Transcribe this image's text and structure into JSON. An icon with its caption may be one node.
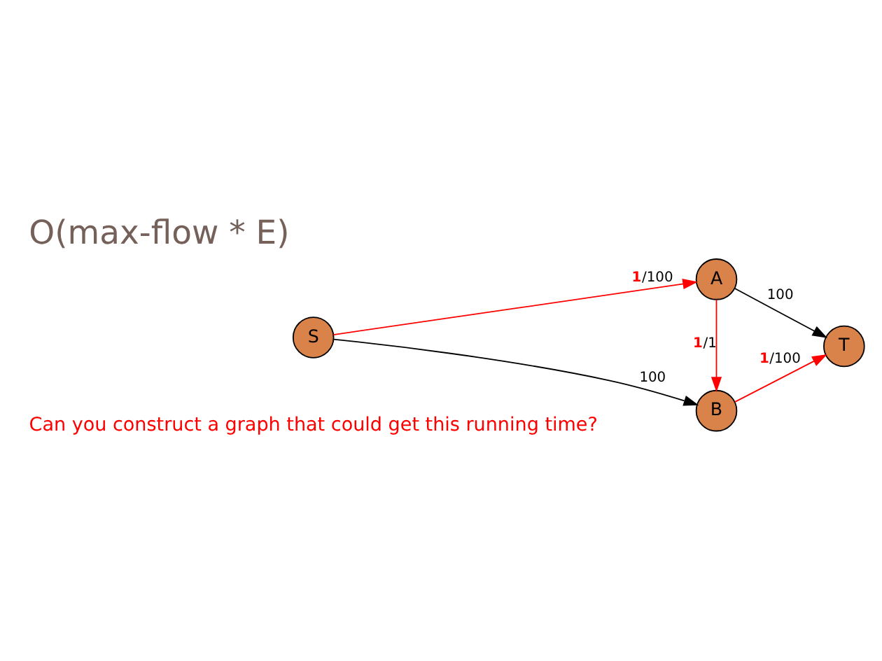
{
  "diagram": {
    "title": "O(max-flow * E)",
    "nodes": [
      {
        "text": [
          "S"
        ]
      },
      {
        "text": [
          "A"
        ]
      },
      {
        "text": [
          "B"
        ]
      },
      {
        "text": [
          "T"
        ]
      }
    ],
    "edges": [
      {
        "from": 0,
        "to": 1,
        "arrow": "to",
        "label": "1/100",
        "color": "#ff0000"
      },
      {
        "from": 0,
        "to": 2,
        "arrow": "to",
        "label": "100",
        "color": "#000000"
      },
      {
        "from": 1,
        "to": 2,
        "arrow": "to",
        "label": "1/1",
        "color": "#ff0000"
      },
      {
        "from": 1,
        "to": 3,
        "arrow": "to",
        "label": "100",
        "color": "#000000"
      },
      {
        "from": 2,
        "to": 3,
        "arrow": "to",
        "label": "1/100",
        "color": "#ff0000"
      }
    ],
    "labels": [
      "Can you construct a graph that could get this running time?"
    ]
  }
}
